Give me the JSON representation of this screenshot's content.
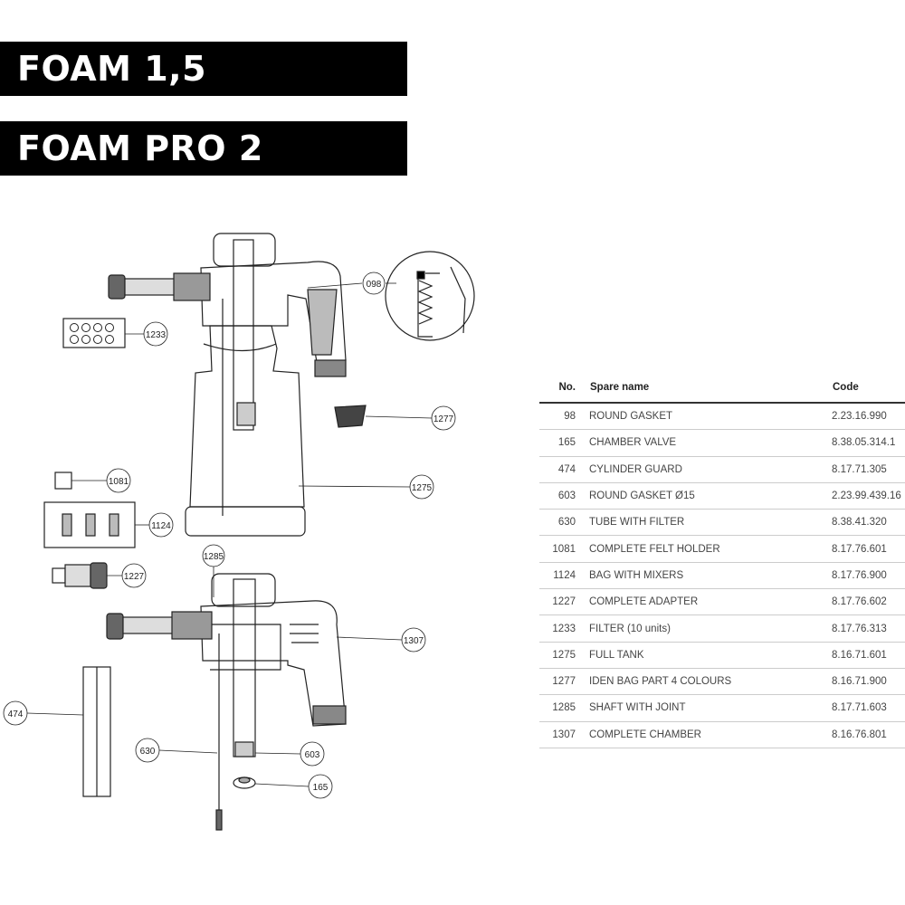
{
  "titles": [
    "FOAM 1,5",
    "FOAM PRO 2"
  ],
  "callouts": {
    "c098": "098",
    "c1233": "1233",
    "c1277": "1277",
    "c1275": "1275",
    "c1081": "1081",
    "c1124": "1124",
    "c1227": "1227",
    "c1285": "1285",
    "c1307": "1307",
    "c474": "474",
    "c630": "630",
    "c603": "603",
    "c165": "165"
  },
  "table": {
    "headers": {
      "no": "No.",
      "name": "Spare name",
      "code": "Code"
    },
    "rows": [
      {
        "no": "98",
        "name": "ROUND GASKET",
        "code": "2.23.16.990"
      },
      {
        "no": "165",
        "name": "CHAMBER VALVE",
        "code": "8.38.05.314.1"
      },
      {
        "no": "474",
        "name": "CYLINDER GUARD",
        "code": "8.17.71.305"
      },
      {
        "no": "603",
        "name": "ROUND GASKET Ø15",
        "code": "2.23.99.439.16"
      },
      {
        "no": "630",
        "name": "TUBE WITH FILTER",
        "code": "8.38.41.320"
      },
      {
        "no": "1081",
        "name": "COMPLETE FELT HOLDER",
        "code": "8.17.76.601"
      },
      {
        "no": "1124",
        "name": "BAG WITH MIXERS",
        "code": "8.17.76.900"
      },
      {
        "no": "1227",
        "name": "COMPLETE ADAPTER",
        "code": "8.17.76.602"
      },
      {
        "no": "1233",
        "name": "FILTER (10 units)",
        "code": "8.17.76.313"
      },
      {
        "no": "1275",
        "name": "FULL TANK",
        "code": "8.16.71.601"
      },
      {
        "no": "1277",
        "name": "IDEN BAG PART 4 COLOURS",
        "code": "8.16.71.900"
      },
      {
        "no": "1285",
        "name": "SHAFT WITH JOINT",
        "code": "8.17.71.603"
      },
      {
        "no": "1307",
        "name": "COMPLETE CHAMBER",
        "code": "8.16.76.801"
      }
    ]
  }
}
